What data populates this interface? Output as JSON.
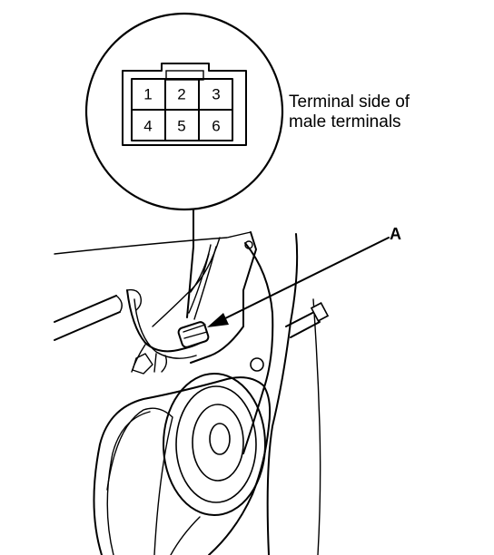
{
  "connector": {
    "pins": [
      "1",
      "2",
      "3",
      "4",
      "5",
      "6"
    ]
  },
  "callout": {
    "line1": "Terminal side of",
    "line2": "male terminals"
  },
  "pointer": {
    "label": "A"
  }
}
